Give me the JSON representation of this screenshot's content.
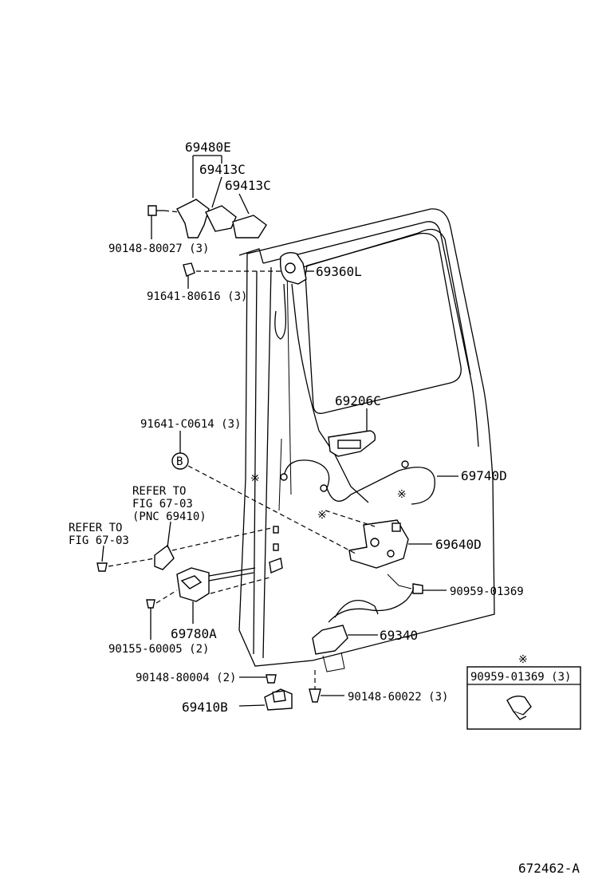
{
  "diagram": {
    "labels": {
      "l_69480E": "69480E",
      "l_69413C_a": "69413C",
      "l_69413C_b": "69413C",
      "l_90148_80027": "90148-80027 (3)",
      "l_91641_80616": "91641-80616 (3)",
      "l_69360L": "69360L",
      "l_69206C": "69206C",
      "l_91641_C0614": "91641-C0614 (3)",
      "l_B": "B",
      "l_refer1_a": "REFER TO",
      "l_refer1_b": "FIG 67-03",
      "l_refer1_c": "(PNC 69410)",
      "l_refer2_a": "REFER TO",
      "l_refer2_b": "FIG 67-03",
      "l_69740D": "69740D",
      "l_69640D": "69640D",
      "l_90959_01369": "90959-01369",
      "l_69780A": "69780A",
      "l_69340": "69340",
      "l_90155_60005": "90155-60005 (2)",
      "l_90148_80004": "90148-80004 (2)",
      "l_69410B": "69410B",
      "l_90148_60022": "90148-60022 (3)",
      "l_legend_mark": "※",
      "l_legend_part": "90959-01369 (3)",
      "l_mark1": "※",
      "l_mark2": "※",
      "l_mark3": "※",
      "l_figure_no": "672462-A"
    }
  }
}
